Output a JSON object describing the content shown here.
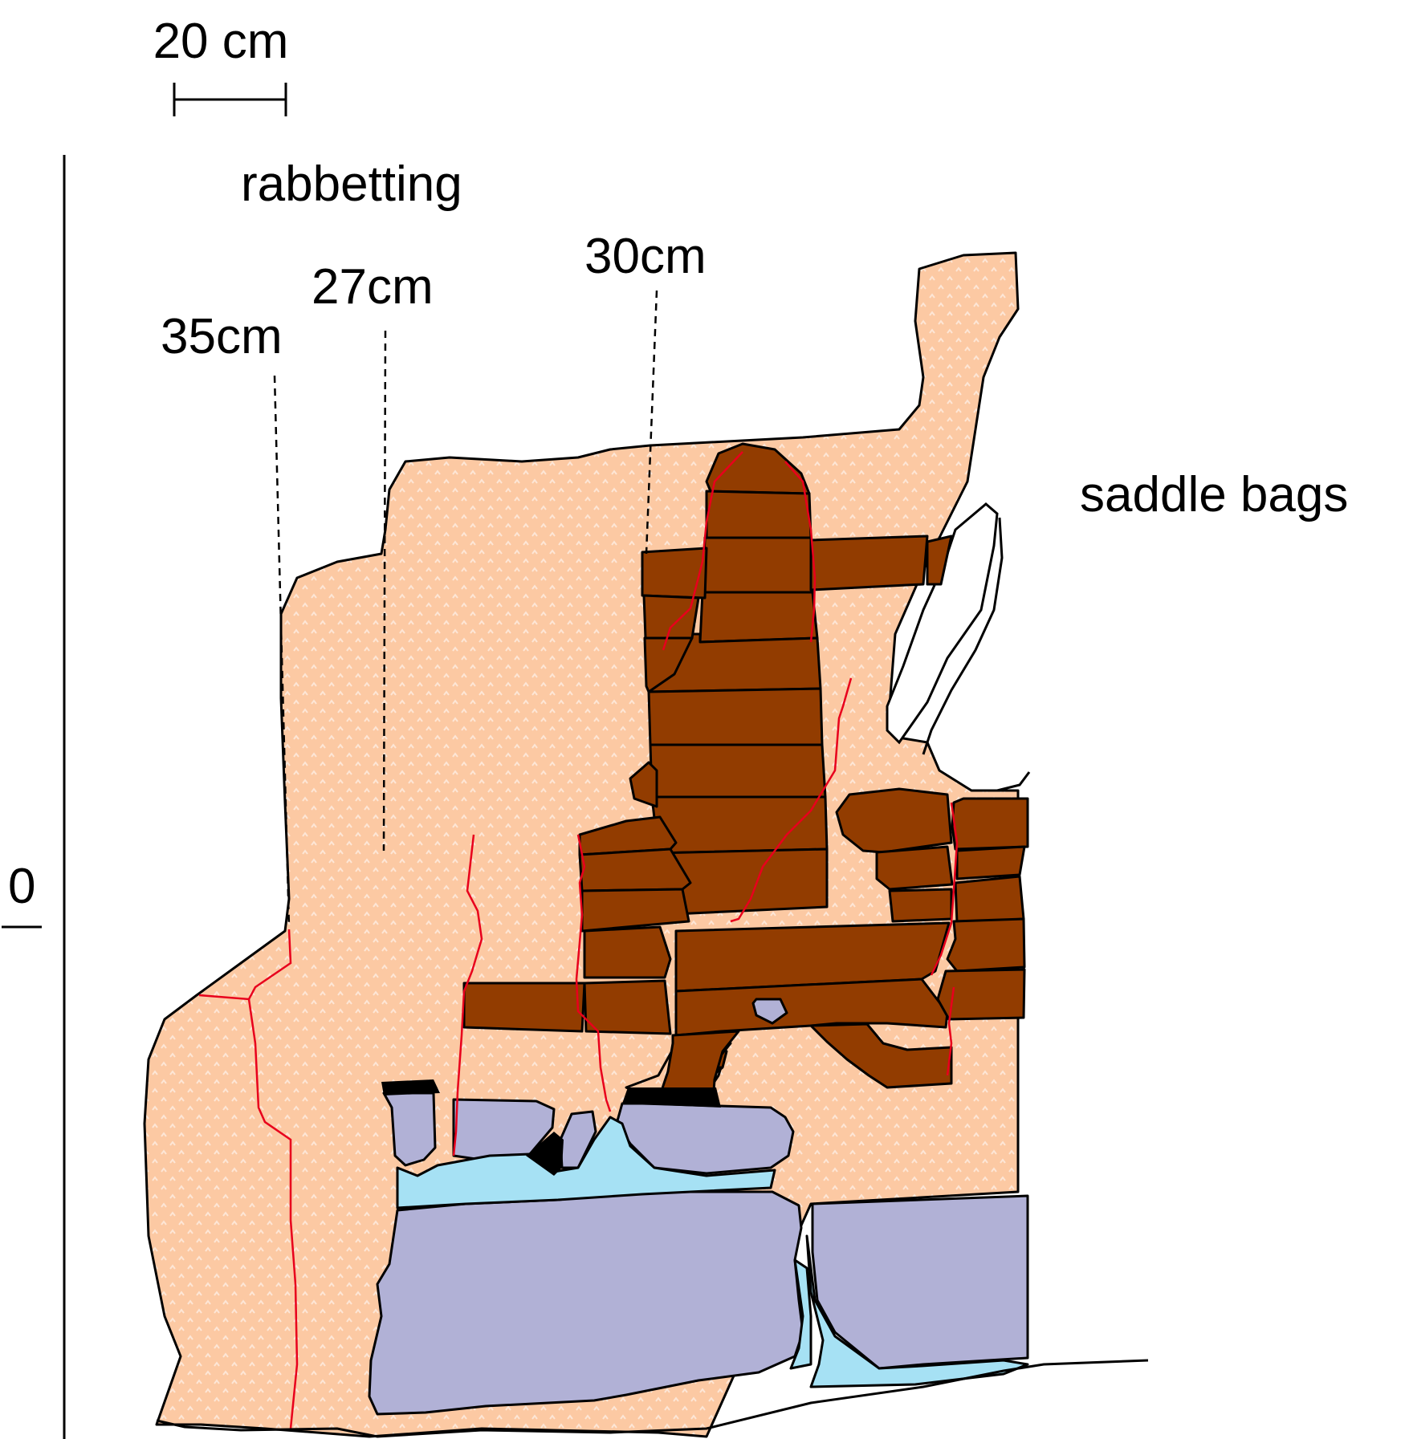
{
  "labels": {
    "scale_bar": "20 cm",
    "rabbetting": "rabbetting",
    "depth_35": "35cm",
    "depth_27": "27cm",
    "depth_30": "30cm",
    "saddle_bags": "saddle bags",
    "zero_mark": "0"
  },
  "colors": {
    "plaster": "#fcc9a3",
    "plaster_dots": "#fde6d6",
    "brick": "#923c00",
    "stone": "#b1b1d6",
    "water": "#a6e1f4",
    "crack": "#e8001c",
    "outline": "#000000"
  }
}
